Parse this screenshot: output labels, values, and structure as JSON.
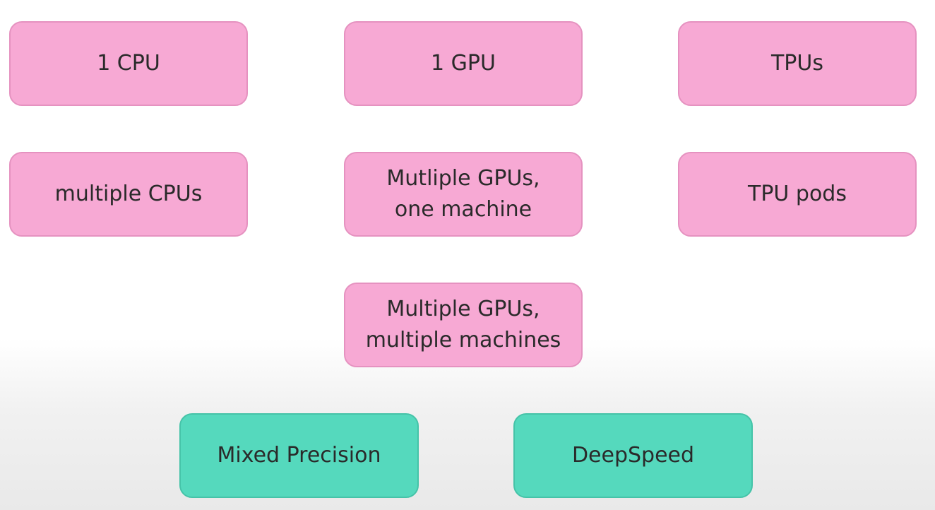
{
  "colors": {
    "hardware_fill": "#f7a9d4",
    "technique_fill": "#55d9bd",
    "text": "#2a2a2a"
  },
  "hardware_boxes": [
    {
      "text": "1 CPU"
    },
    {
      "text": "1 GPU"
    },
    {
      "text": "TPUs"
    },
    {
      "text": "multiple CPUs"
    },
    {
      "text": "Mutliple GPUs,\none machine"
    },
    {
      "text": "TPU pods"
    },
    {
      "text": "Multiple GPUs,\nmultiple machines"
    }
  ],
  "technique_boxes": [
    {
      "text": "Mixed Precision"
    },
    {
      "text": "DeepSpeed"
    }
  ]
}
